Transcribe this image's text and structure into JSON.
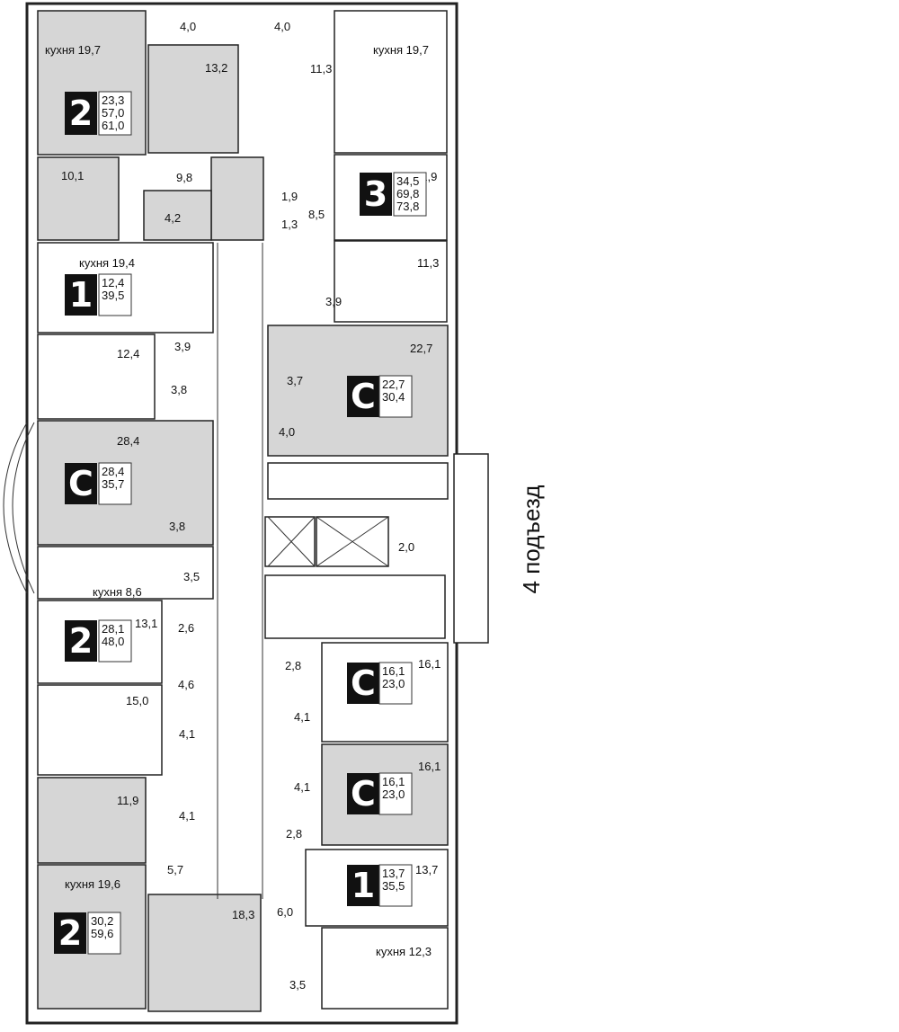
{
  "entrance_label": "4 подъезд",
  "room_labels": [
    {
      "id": "r1",
      "text": "кухня 19,7"
    },
    {
      "id": "r2",
      "text": "4,0"
    },
    {
      "id": "r3",
      "text": "4,0"
    },
    {
      "id": "r4",
      "text": "кухня 19,7"
    },
    {
      "id": "r5",
      "text": "13,2"
    },
    {
      "id": "r6",
      "text": "11,3"
    },
    {
      "id": "r7",
      "text": "10,1"
    },
    {
      "id": "r8",
      "text": "9,8"
    },
    {
      "id": "r9",
      "text": "1,9"
    },
    {
      "id": "r10",
      "text": "11,9"
    },
    {
      "id": "r11",
      "text": "4,2"
    },
    {
      "id": "r12",
      "text": "1,3"
    },
    {
      "id": "r13",
      "text": "8,5"
    },
    {
      "id": "r14",
      "text": "кухня 19,4"
    },
    {
      "id": "r15",
      "text": "11,3"
    },
    {
      "id": "r16",
      "text": "3,9"
    },
    {
      "id": "r17",
      "text": "3,9"
    },
    {
      "id": "r18",
      "text": "12,4"
    },
    {
      "id": "r19",
      "text": "22,7"
    },
    {
      "id": "r20",
      "text": "3,7"
    },
    {
      "id": "r21",
      "text": "3,8"
    },
    {
      "id": "r22",
      "text": "4,0"
    },
    {
      "id": "r23",
      "text": "28,4"
    },
    {
      "id": "r24",
      "text": "3,8"
    },
    {
      "id": "r25",
      "text": "2,0"
    },
    {
      "id": "r26",
      "text": "3,5"
    },
    {
      "id": "r27",
      "text": "кухня 8,6"
    },
    {
      "id": "r28",
      "text": "13,1"
    },
    {
      "id": "r29",
      "text": "2,6"
    },
    {
      "id": "r30",
      "text": "2,8"
    },
    {
      "id": "r31",
      "text": "16,1"
    },
    {
      "id": "r32",
      "text": "4,6"
    },
    {
      "id": "r33",
      "text": "15,0"
    },
    {
      "id": "r34",
      "text": "4,1"
    },
    {
      "id": "r35",
      "text": "4,1"
    },
    {
      "id": "r36",
      "text": "16,1"
    },
    {
      "id": "r37",
      "text": "4,1"
    },
    {
      "id": "r38",
      "text": "11,9"
    },
    {
      "id": "r39",
      "text": "4,1"
    },
    {
      "id": "r40",
      "text": "2,8"
    },
    {
      "id": "r41",
      "text": "5,7"
    },
    {
      "id": "r42",
      "text": "кухня 19,6"
    },
    {
      "id": "r43",
      "text": "13,7"
    },
    {
      "id": "r44",
      "text": "18,3"
    },
    {
      "id": "r45",
      "text": "6,0"
    },
    {
      "id": "r46",
      "text": "кухня 12,3"
    },
    {
      "id": "r47",
      "text": "3,5"
    }
  ],
  "apartments": [
    {
      "id": "a1",
      "type": "2",
      "lines": [
        "23,3",
        "57,0",
        "61,0"
      ]
    },
    {
      "id": "a2",
      "type": "3",
      "lines": [
        "34,5",
        "69,8",
        "73,8"
      ]
    },
    {
      "id": "a3",
      "type": "1",
      "lines": [
        "12,4",
        "39,5"
      ]
    },
    {
      "id": "a4",
      "type": "С",
      "lines": [
        "22,7",
        "30,4"
      ]
    },
    {
      "id": "a5",
      "type": "С",
      "lines": [
        "28,4",
        "35,7"
      ]
    },
    {
      "id": "a6",
      "type": "2",
      "lines": [
        "28,1",
        "48,0"
      ]
    },
    {
      "id": "a7",
      "type": "С",
      "lines": [
        "16,1",
        "23,0"
      ]
    },
    {
      "id": "a8",
      "type": "С",
      "lines": [
        "16,1",
        "23,0"
      ]
    },
    {
      "id": "a9",
      "type": "1",
      "lines": [
        "13,7",
        "35,5"
      ]
    },
    {
      "id": "a10",
      "type": "2",
      "lines": [
        "30,2",
        "59,6"
      ]
    }
  ]
}
